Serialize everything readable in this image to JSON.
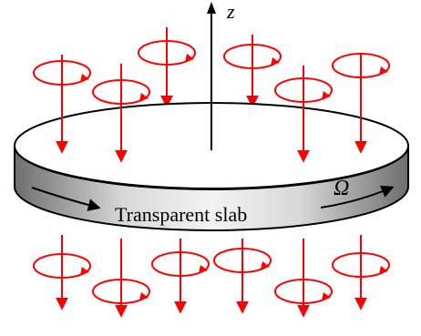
{
  "diagram": {
    "slab_label": "Transparent slab",
    "axis_label": "z",
    "rotation_label": "Ω"
  },
  "colors": {
    "field_lines": "#ff0000",
    "slab_top": "#ffffff",
    "slab_side_dark": "#6e6e6e",
    "slab_side_light": "#e8e8e8",
    "outline": "#000000"
  }
}
